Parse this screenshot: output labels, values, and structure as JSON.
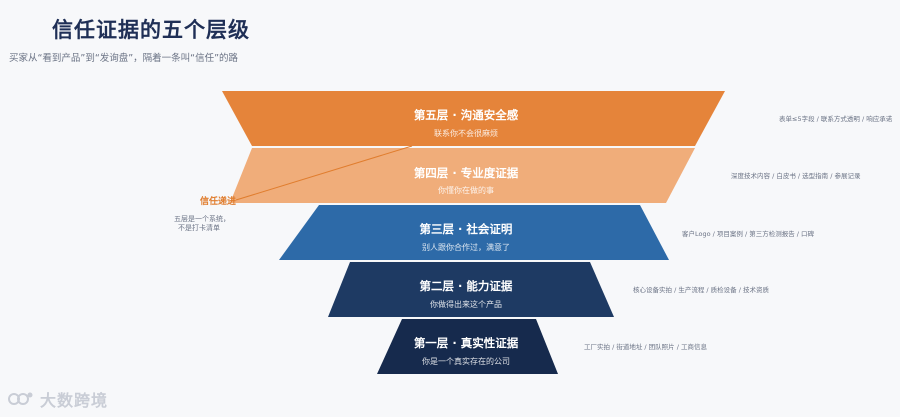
{
  "title": "信任证据的五个层级",
  "subtitle": "买家从“看到产品”到“发询盘”，隔着一条叫“信任”的路",
  "layers": [
    {
      "title": "第五层 · 沟通安全感",
      "desc": "联系你不会很麻烦",
      "note": "表单≤5字段 / 联系方式透明 / 响应承诺",
      "color": "#e5843a"
    },
    {
      "title": "第四层 · 专业度证据",
      "desc": "你懂你在做的事",
      "note": "深度技术内容 / 白皮书 / 选型指南 / 参展记录",
      "color": "#f0ad7a"
    },
    {
      "title": "第三层 · 社会证明",
      "desc": "别人跟你合作过，满意了",
      "note": "客户Logo / 项目案例 / 第三方检测报告 / 口碑",
      "color": "#2d6aa8"
    },
    {
      "title": "第二层 · 能力证据",
      "desc": "你做得出来这个产品",
      "note": "核心设备实拍 / 生产流程 / 质检设备 / 技术资质",
      "color": "#1e3a63"
    },
    {
      "title": "第一层 · 真实性证据",
      "desc": "你是一个真实存在的公司",
      "note": "工厂实拍 / 街道地址 / 团队照片 / 工商信息",
      "color": "#162a4d"
    }
  ],
  "trust_path": {
    "label": "信任递进",
    "note_line1": "五层是一个系统，",
    "note_line2": "不是打卡清单",
    "color": "#e07d2e"
  },
  "logo": {
    "text": "大数跨境",
    "icon": "brand-logo-icon"
  }
}
